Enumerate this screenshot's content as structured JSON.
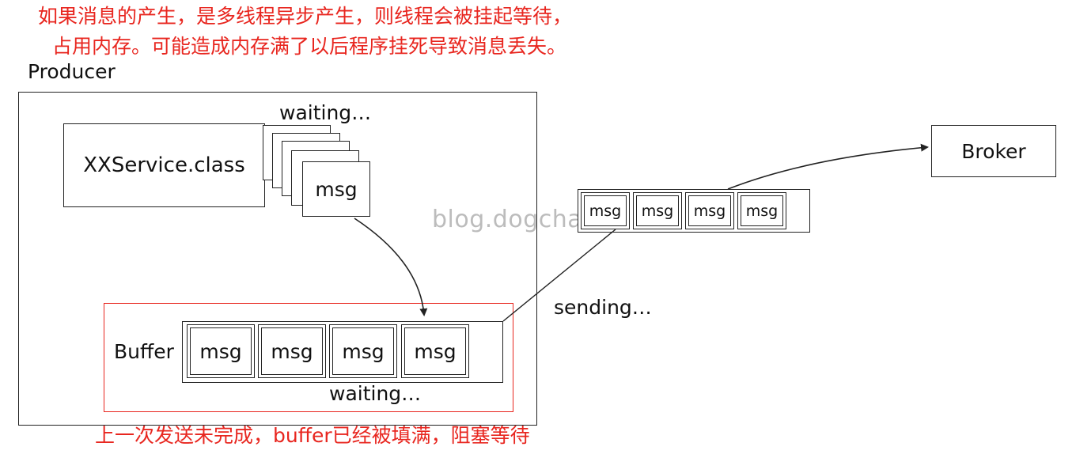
{
  "notes": {
    "top_line_1": "如果消息的产生，是多线程异步产生，则线程会被挂起等待，",
    "top_line_2": "占用内存。可能造成内存满了以后程序挂死导致消息丢失。",
    "bottom": "上一次发送未完成，buffer已经被填满，阻塞等待"
  },
  "producer": {
    "label": "Producer",
    "service_label": "XXService.class",
    "waiting_top": "waiting…",
    "stack_msg": "msg"
  },
  "buffer": {
    "label": "Buffer",
    "cells": [
      "msg",
      "msg",
      "msg",
      "msg"
    ],
    "waiting": "waiting…"
  },
  "transit": {
    "cells": [
      "msg",
      "msg",
      "msg",
      "msg"
    ],
    "sending": "sending…"
  },
  "broker": {
    "label": "Broker"
  },
  "watermark": "blog.dogchao.cn",
  "colors": {
    "note_red": "#e8261f",
    "stroke": "#222222",
    "watermark": "#bcbcbc"
  }
}
